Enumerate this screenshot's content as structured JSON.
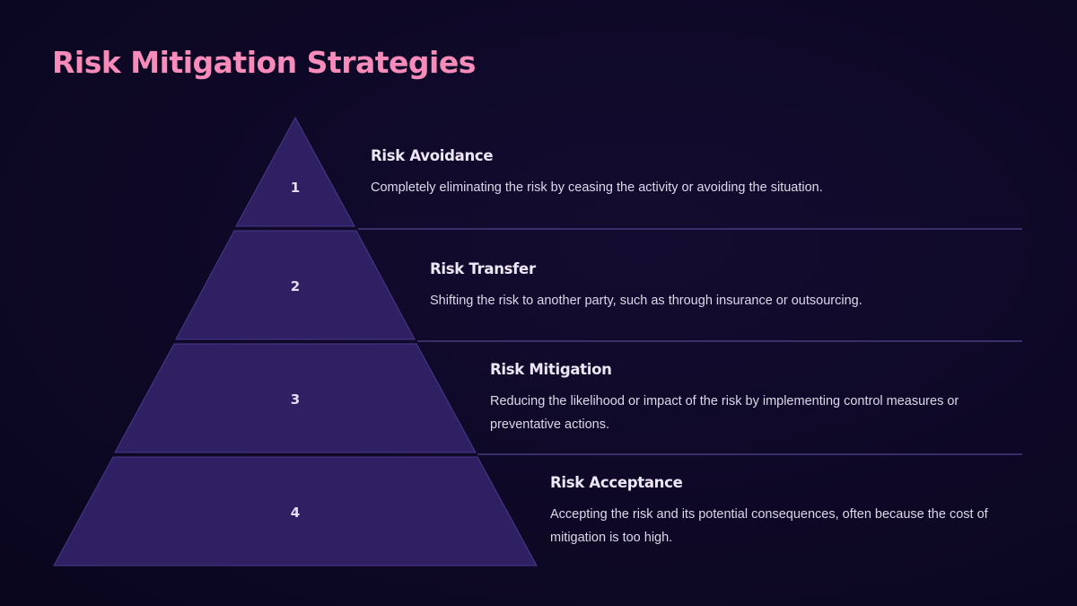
{
  "slide": {
    "title": "Risk Mitigation Strategies"
  },
  "colors": {
    "background": "#0e0826",
    "title": "#f78bb9",
    "pyramid_fill": "#2f1f63",
    "pyramid_edge": "#4a3a8c",
    "divider": "#3a2f6b",
    "text_primary": "#ece6f6",
    "text_secondary": "#ddd8ea"
  },
  "pyramid": {
    "levels": [
      {
        "number": "1",
        "title": "Risk Avoidance",
        "description": "Completely eliminating the risk by ceasing the activity or avoiding the situation."
      },
      {
        "number": "2",
        "title": "Risk Transfer",
        "description": "Shifting the risk to another party, such as through insurance or outsourcing."
      },
      {
        "number": "3",
        "title": "Risk Mitigation",
        "description": "Reducing the likelihood or impact of the risk by implementing control measures or preventative actions."
      },
      {
        "number": "4",
        "title": "Risk Acceptance",
        "description": "Accepting the risk and its potential consequences, often because the cost of mitigation is too high."
      }
    ]
  }
}
